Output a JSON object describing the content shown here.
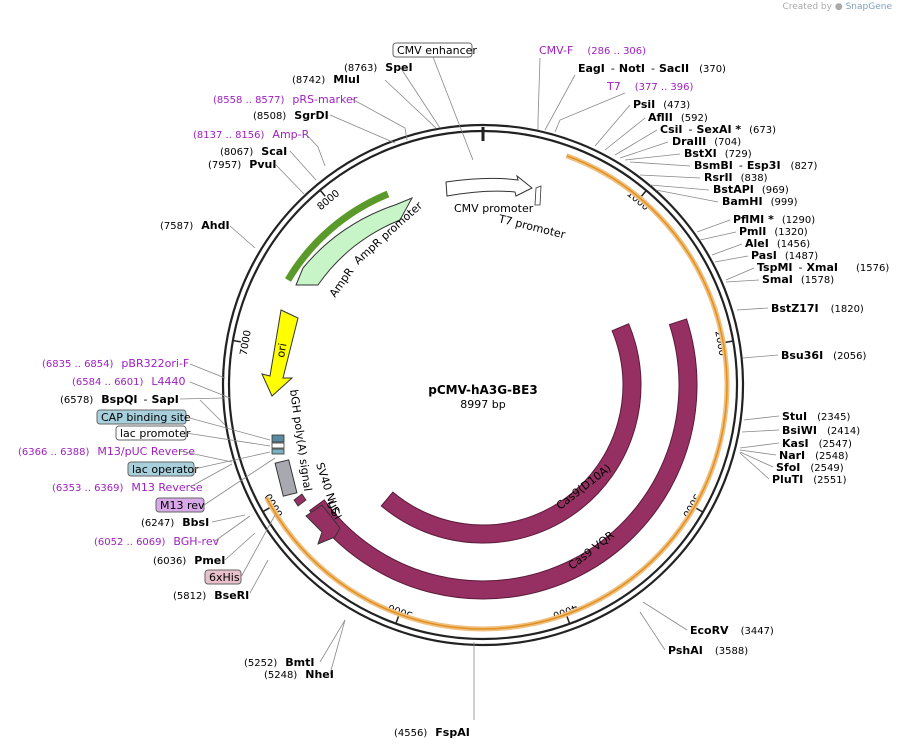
{
  "credit": {
    "created_by": "Created by",
    "brand": "SnapGene"
  },
  "plasmid": {
    "name": "pCMV-hA3G-BE3",
    "length_label": "8997 bp",
    "length": 8997
  },
  "colors": {
    "primer": "#a020c0",
    "site_name": "#000000",
    "site_pos": "#222222",
    "backbone": "#222222",
    "cds": "#963062",
    "ampr": "#c8f5c8",
    "ori": "#ffff00",
    "orange": "#f0a030",
    "promoter": "#ffffff",
    "polya": "#a8a8b0"
  },
  "ticks": [
    {
      "pos": 1000,
      "label": "1000"
    },
    {
      "pos": 2000,
      "label": "2000"
    },
    {
      "pos": 3000,
      "label": "3000"
    },
    {
      "pos": 4000,
      "label": "4000"
    },
    {
      "pos": 5000,
      "label": "5000"
    },
    {
      "pos": 6000,
      "label": "6000"
    },
    {
      "pos": 7000,
      "label": "7000"
    },
    {
      "pos": 8000,
      "label": "8000"
    }
  ],
  "sites_right": [
    {
      "name": "EagI",
      "name2": "NotI",
      "name3": "SacII",
      "coord": "(370)",
      "pos": 370
    },
    {
      "name": "PsiI",
      "coord": "(473)",
      "pos": 473
    },
    {
      "name": "AflII",
      "coord": "(592)",
      "pos": 592
    },
    {
      "name": "CsiI",
      "name2": "SexAI *",
      "coord": "(673)",
      "pos": 673
    },
    {
      "name": "DraIII",
      "coord": "(704)",
      "pos": 704
    },
    {
      "name": "BstXI",
      "coord": "(729)",
      "pos": 729
    },
    {
      "name": "BsmBI",
      "name2": "Esp3I",
      "coord": "(827)",
      "pos": 827
    },
    {
      "name": "RsrII",
      "coord": "(838)",
      "pos": 838
    },
    {
      "name": "BstAPI",
      "coord": "(969)",
      "pos": 969
    },
    {
      "name": "BamHI",
      "coord": "(999)",
      "pos": 999
    },
    {
      "name": "PflMI *",
      "coord": "(1290)",
      "pos": 1290
    },
    {
      "name": "PmlI",
      "coord": "(1320)",
      "pos": 1320
    },
    {
      "name": "AleI",
      "coord": "(1456)",
      "pos": 1456
    },
    {
      "name": "PasI",
      "coord": "(1487)",
      "pos": 1487
    },
    {
      "name": "TspMI",
      "name2": "XmaI",
      "coord": "(1576)",
      "pos": 1576
    },
    {
      "name": "SmaI",
      "coord": "(1578)",
      "pos": 1578
    },
    {
      "name": "BstZ17I",
      "coord": "(1820)",
      "pos": 1820
    },
    {
      "name": "Bsu36I",
      "coord": "(2056)",
      "pos": 2056
    },
    {
      "name": "StuI",
      "coord": "(2345)",
      "pos": 2345
    },
    {
      "name": "BsiWI",
      "coord": "(2414)",
      "pos": 2414
    },
    {
      "name": "KasI",
      "coord": "(2547)",
      "pos": 2547
    },
    {
      "name": "NarI",
      "coord": "(2548)",
      "pos": 2548
    },
    {
      "name": "SfoI",
      "coord": "(2549)",
      "pos": 2549
    },
    {
      "name": "PluTI",
      "coord": "(2551)",
      "pos": 2551
    },
    {
      "name": "EcoRV",
      "coord": "(3447)",
      "pos": 3447
    },
    {
      "name": "PshAI",
      "coord": "(3588)",
      "pos": 3588
    }
  ],
  "sites_left": [
    {
      "name": "FspAI",
      "coord": "(4556)",
      "pos": 4556
    },
    {
      "name": "BmtI",
      "coord": "(5252)",
      "pos": 5252
    },
    {
      "name": "NheI",
      "coord": "(5248)",
      "pos": 5248
    },
    {
      "name": "BseRI",
      "coord": "(5812)",
      "pos": 5812
    },
    {
      "name": "PmeI",
      "coord": "(6036)",
      "pos": 6036
    },
    {
      "name": "BbsI",
      "coord": "(6247)",
      "pos": 6247
    },
    {
      "name": "BspQI",
      "name2": "SapI",
      "coord": "(6578)",
      "pos": 6578
    },
    {
      "name": "AhdI",
      "coord": "(7587)",
      "pos": 7587
    },
    {
      "name": "PvuI",
      "coord": "(7957)",
      "pos": 7957
    },
    {
      "name": "ScaI",
      "coord": "(8067)",
      "pos": 8067
    },
    {
      "name": "SgrDI",
      "coord": "(8508)",
      "pos": 8508
    },
    {
      "name": "MluI",
      "coord": "(8742)",
      "pos": 8742
    },
    {
      "name": "SpeI",
      "coord": "(8763)",
      "pos": 8763
    }
  ],
  "primers": [
    {
      "name": "CMV-F",
      "range": "(286 .. 306)",
      "pos": 296
    },
    {
      "name": "T7",
      "range": "(377 .. 396)",
      "pos": 386
    },
    {
      "name": "pRS-marker",
      "range": "(8558 .. 8577)",
      "pos": 8567
    },
    {
      "name": "Amp-R",
      "range": "(8137 .. 8156)",
      "pos": 8146
    },
    {
      "name": "pBR322ori-F",
      "range": "(6835 .. 6854)",
      "pos": 6844
    },
    {
      "name": "L4440",
      "range": "(6584 .. 6601)",
      "pos": 6592
    },
    {
      "name": "M13/pUC Reverse",
      "range": "(6366 .. 6388)",
      "pos": 6377
    },
    {
      "name": "M13 Reverse",
      "range": "(6353 .. 6369)",
      "pos": 6361
    },
    {
      "name": "BGH-rev",
      "range": "(6052 .. 6069)",
      "pos": 6060
    }
  ],
  "boxed_features": [
    {
      "name": "CMV enhancer",
      "style": "white"
    },
    {
      "name": "CAP binding site",
      "style": "teal"
    },
    {
      "name": "lac promoter",
      "style": "white"
    },
    {
      "name": "lac operator",
      "style": "teal"
    },
    {
      "name": "M13 rev",
      "style": "violet"
    },
    {
      "name": "6xHis",
      "style": "pink"
    }
  ],
  "inner_features": [
    {
      "name": "CMV promoter"
    },
    {
      "name": "T7 promoter"
    },
    {
      "name": "AmpR promoter"
    },
    {
      "name": "AmpR"
    },
    {
      "name": "ori"
    },
    {
      "name": "bGH poly(A) signal"
    },
    {
      "name": "SV40 NLS"
    },
    {
      "name": "UGI"
    },
    {
      "name": "Cas9(D10A)"
    },
    {
      "name": "Cas9 VQR"
    }
  ]
}
